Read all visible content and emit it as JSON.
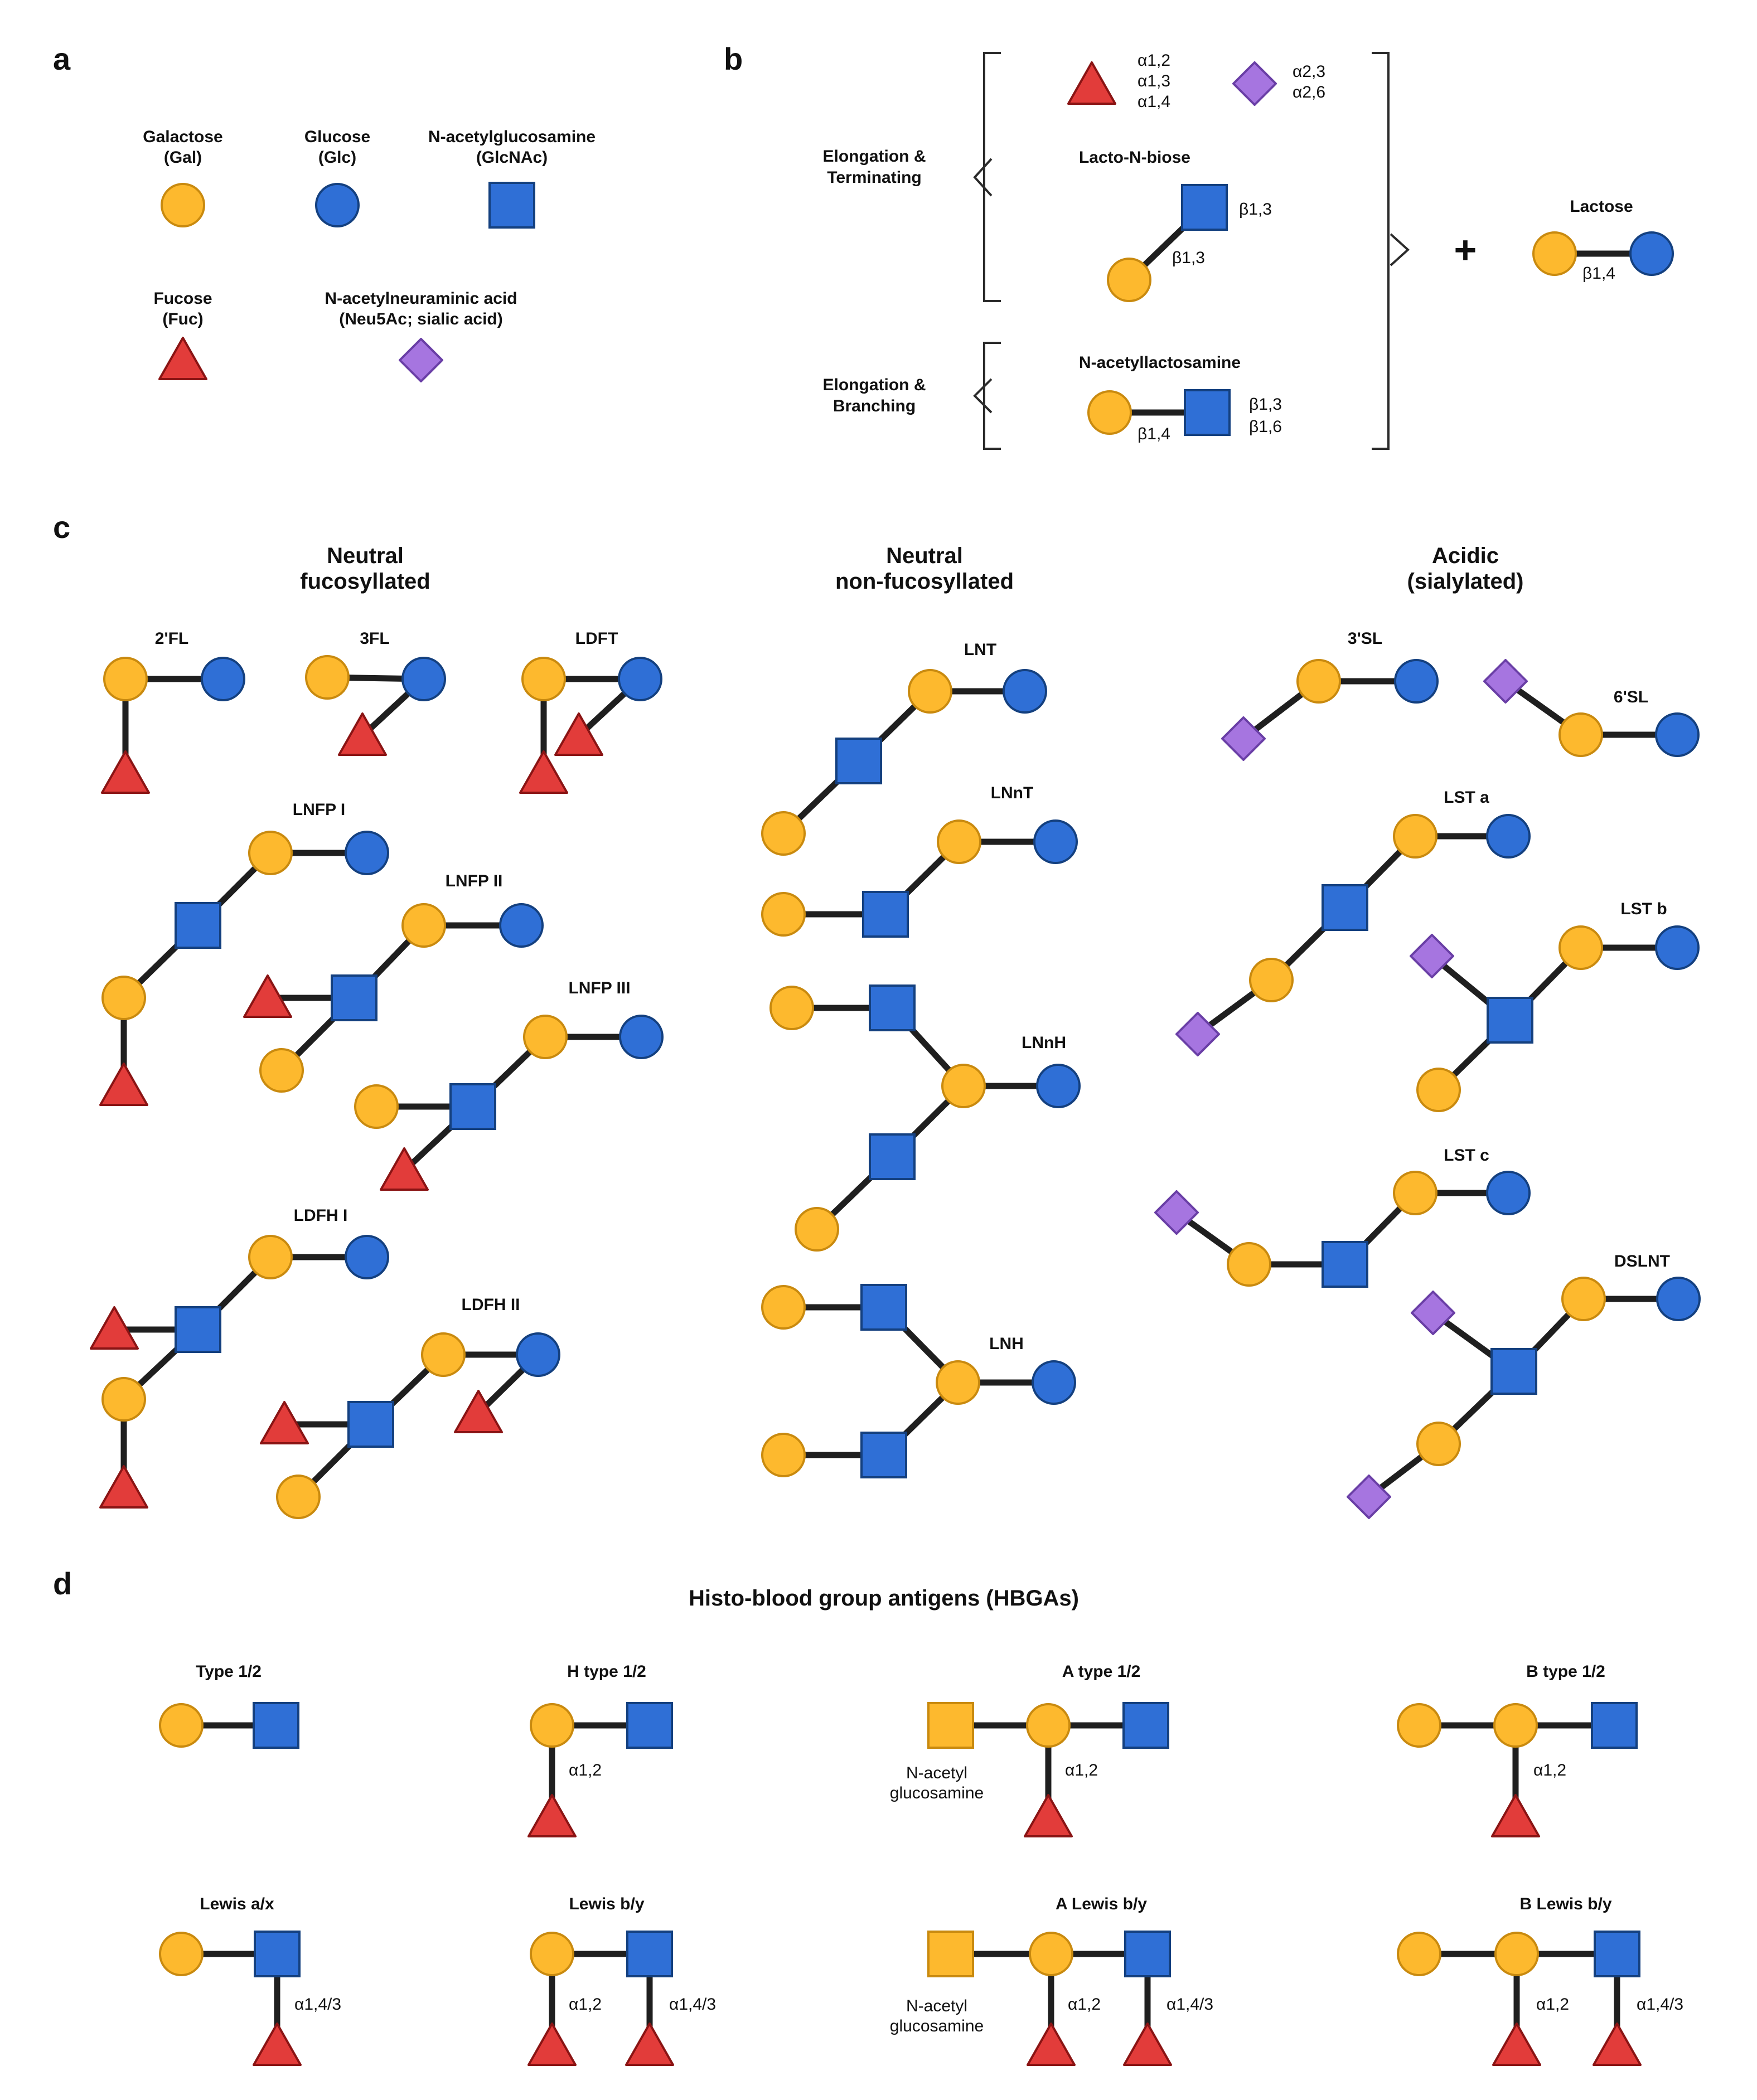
{
  "colors": {
    "galactose": "#FDB92E",
    "galactose_stroke": "#C98A0F",
    "glucose": "#2F6FD6",
    "glucose_stroke": "#14407F",
    "glcnac": "#2F6FD6",
    "glcnac_stroke": "#14407F",
    "fucose": "#E23C3A",
    "fucose_stroke": "#8A1414",
    "sialic": "#A675E0",
    "sialic_stroke": "#6A3FA6",
    "gal_square": "#FDB92E",
    "bond": "#1f1f1f"
  },
  "panels": {
    "a": "a",
    "b": "b",
    "c": "c",
    "d": "d"
  },
  "legend_a": {
    "gal": [
      "Galactose",
      "(Gal)"
    ],
    "glc": [
      "Glucose",
      "(Glc)"
    ],
    "glcnac": [
      "N-acetylglucosamine",
      "(GlcNAc)"
    ],
    "fuc": [
      "Fucose",
      "(Fuc)"
    ],
    "neu": [
      "N-acetylneuraminic acid",
      "(Neu5Ac; sialic acid)"
    ]
  },
  "panel_b": {
    "fuc_links": [
      "α1,2",
      "α1,3",
      "α1,4"
    ],
    "sia_links": [
      "α2,3",
      "α2,6"
    ],
    "elong_term": [
      "Elongation &",
      "Terminating"
    ],
    "elong_branch": [
      "Elongation &",
      "Branching"
    ],
    "lnb_title": "Lacto-N-biose",
    "lnb_link1": "β1,3",
    "lnb_link2": "β1,3",
    "lacnac_title": "N-acetyllactosamine",
    "lacnac_link": "β1,4",
    "lacnac_ext": [
      "β1,3",
      "β1,6"
    ],
    "plus": "+",
    "lactose_title": "Lactose",
    "lactose_link": "β1,4"
  },
  "panel_c": {
    "col1": [
      "Neutral",
      "fucosyllated"
    ],
    "col2": [
      "Neutral",
      "non-fucosyllated"
    ],
    "col3": [
      "Acidic",
      "(sialylated)"
    ],
    "names": {
      "fl2": "2'FL",
      "fl3": "3FL",
      "ldft": "LDFT",
      "lnfp1": "LNFP I",
      "lnfp2": "LNFP II",
      "lnfp3": "LNFP III",
      "ldfh1": "LDFH I",
      "ldfh2": "LDFH II",
      "lnt": "LNT",
      "lnnt": "LNnT",
      "lnnh": "LNnH",
      "lnh": "LNH",
      "sl3": "3'SL",
      "sl6": "6'SL",
      "lsta": "LST a",
      "lstb": "LST b",
      "lstc": "LST c",
      "dslnt": "DSLNT"
    }
  },
  "panel_d": {
    "title": "Histo-blood group antigens (HBGAs)",
    "names": {
      "type12": "Type 1/2",
      "htype": "H type 1/2",
      "atype": "A type 1/2",
      "btype": "B type 1/2",
      "lewisa": "Lewis a/x",
      "lewisb": "Lewis b/y",
      "alewis": "A Lewis b/y",
      "blewis": "B Lewis b/y"
    },
    "a12": "α1,2",
    "a143": "α1,4/3",
    "nacetyl": [
      "N-acetyl",
      "glucosamine"
    ]
  }
}
